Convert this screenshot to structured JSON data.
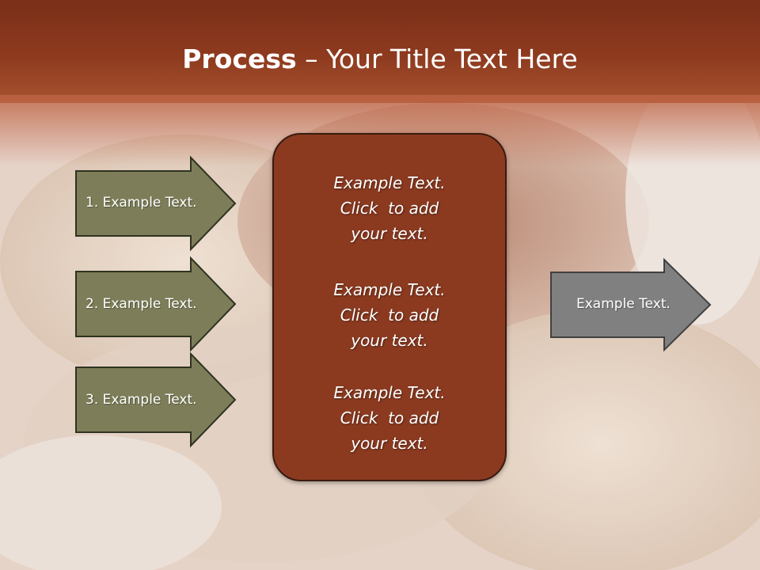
{
  "title": {
    "bold": "Process",
    "dash": " – ",
    "rest": "Your Title Text Here"
  },
  "left_arrows": [
    {
      "label": "1. Example Text."
    },
    {
      "label": "2. Example Text."
    },
    {
      "label": "3. Example Text."
    }
  ],
  "center_box": {
    "paragraphs": [
      {
        "line1": "Example Text.",
        "line2": "Click  to add",
        "line3": "your text."
      },
      {
        "line1": "Example Text.",
        "line2": "Click  to add",
        "line3": "your text."
      },
      {
        "line1": "Example Text.",
        "line2": "Click  to add",
        "line3": "your text."
      }
    ]
  },
  "right_arrow": {
    "label": "Example Text."
  },
  "colors": {
    "title_bar": "#8e3a1f",
    "center_box": "#8b3a20",
    "left_arrow_fill": "#7d7e59",
    "right_arrow_fill": "#808080"
  }
}
